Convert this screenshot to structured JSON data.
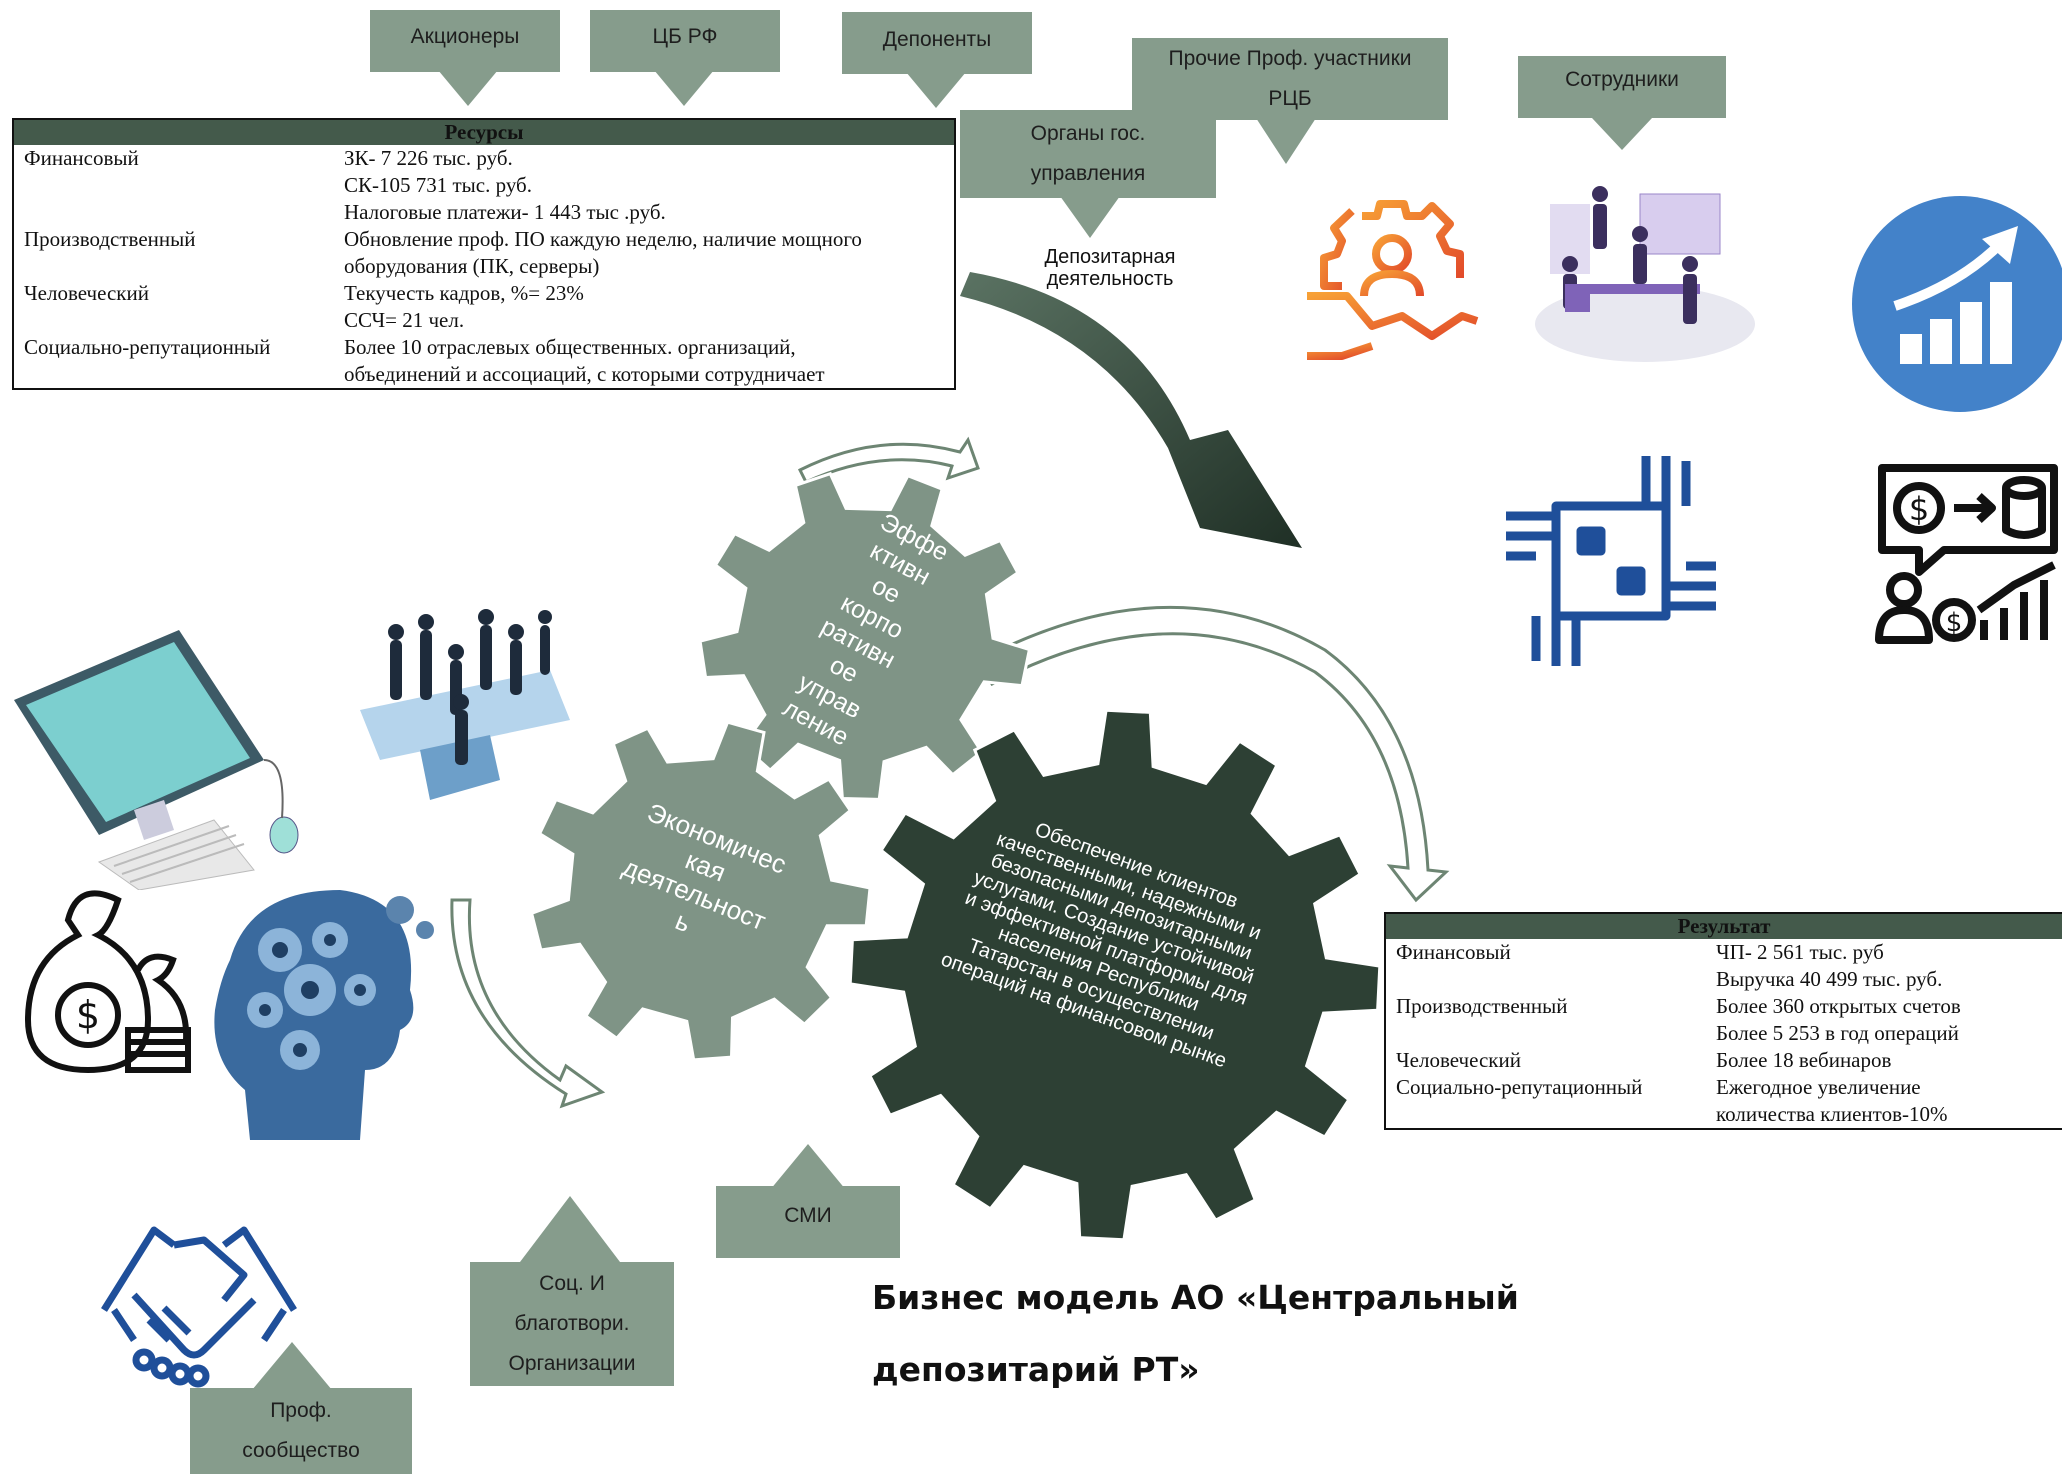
{
  "title": {
    "line1": "Бизнес модель АО «Центральный",
    "line2": "депозитарий РТ»"
  },
  "stakeholders": {
    "shareholders": "Акционеры",
    "central_bank": "ЦБ РФ",
    "depositors": "Депоненты",
    "other_participants": [
      "Прочие Проф. участники",
      "РЦБ"
    ],
    "employees": "Сотрудники",
    "gov_bodies": [
      "Органы гос.",
      "управления"
    ],
    "media": "СМИ",
    "social_orgs": [
      "Соц. И",
      "благотвори.",
      "Организации"
    ],
    "prof_community": [
      "Проф.",
      "сообщество"
    ]
  },
  "depository_label": "Депозитарная деятельность",
  "resources": {
    "header": "Ресурсы",
    "rows": [
      {
        "label": "Финансовый",
        "value": "ЗК- 7 226 тыс. руб."
      },
      {
        "label": "",
        "value": "СК-105 731 тыс. руб."
      },
      {
        "label": "",
        "value": "Налоговые платежи- 1 443 тыс .руб."
      },
      {
        "label": "Производственный",
        "value": "Обновление проф. ПО каждую неделю, наличие мощного"
      },
      {
        "label": "",
        "value": "оборудования (ПК, серверы)"
      },
      {
        "label": "Человеческий",
        "value": "Текучесть кадров, %= 23%"
      },
      {
        "label": "",
        "value": "ССЧ= 21 чел."
      },
      {
        "label": "Социально-репутационный",
        "value": "Более 10 отраслевых общественных. организаций,"
      },
      {
        "label": "",
        "value": "объединений и ассоциаций, с которыми сотрудничает"
      }
    ]
  },
  "results": {
    "header": "Результат",
    "rows": [
      {
        "label": "Финансовый",
        "value": "ЧП- 2 561 тыс. руб"
      },
      {
        "label": "",
        "value": "Выручка 40 499 тыс. руб."
      },
      {
        "label": "Производственный",
        "value": "Более 360 открытых счетов"
      },
      {
        "label": "",
        "value": "Более 5 253 в год операций"
      },
      {
        "label": "Человеческий",
        "value": "Более 18 вебинаров"
      },
      {
        "label": "Социально-репутационный",
        "value": "Ежегодное увеличение"
      },
      {
        "label": "",
        "value": "количества клиентов-10%"
      }
    ]
  },
  "gears": {
    "governance": [
      "Эффе",
      "ктивн",
      "ое",
      "корпо",
      "ративн",
      "ое",
      "управ",
      "ление"
    ],
    "economic": [
      "Экономичес",
      "кая",
      "деятельност",
      "ь"
    ],
    "main": [
      "Обеспечение клиентов",
      "качественными, надежными и",
      "безопасными депозитарными",
      "услугами. Создание  устойчивой",
      "и эффективной платформы для",
      "населения Республики",
      "Татарстан  в осуществлении",
      "операций на финансовом рынке"
    ]
  },
  "icons": [
    "computer-icon",
    "people-puzzle-icon",
    "money-bags-icon",
    "gear-head-icon",
    "handshake-icon",
    "teamwork-gear-icon",
    "office-team-icon",
    "growth-chart-icon",
    "hands-square-icon",
    "finance-exchange-icon"
  ],
  "colors": {
    "callout": "#869c8c",
    "gear_light": "#7f9486",
    "gear_dark": "#2d4034",
    "table_header": "#445a4b",
    "blue": "#1f4f9a",
    "orange": "#ee6a2a"
  }
}
